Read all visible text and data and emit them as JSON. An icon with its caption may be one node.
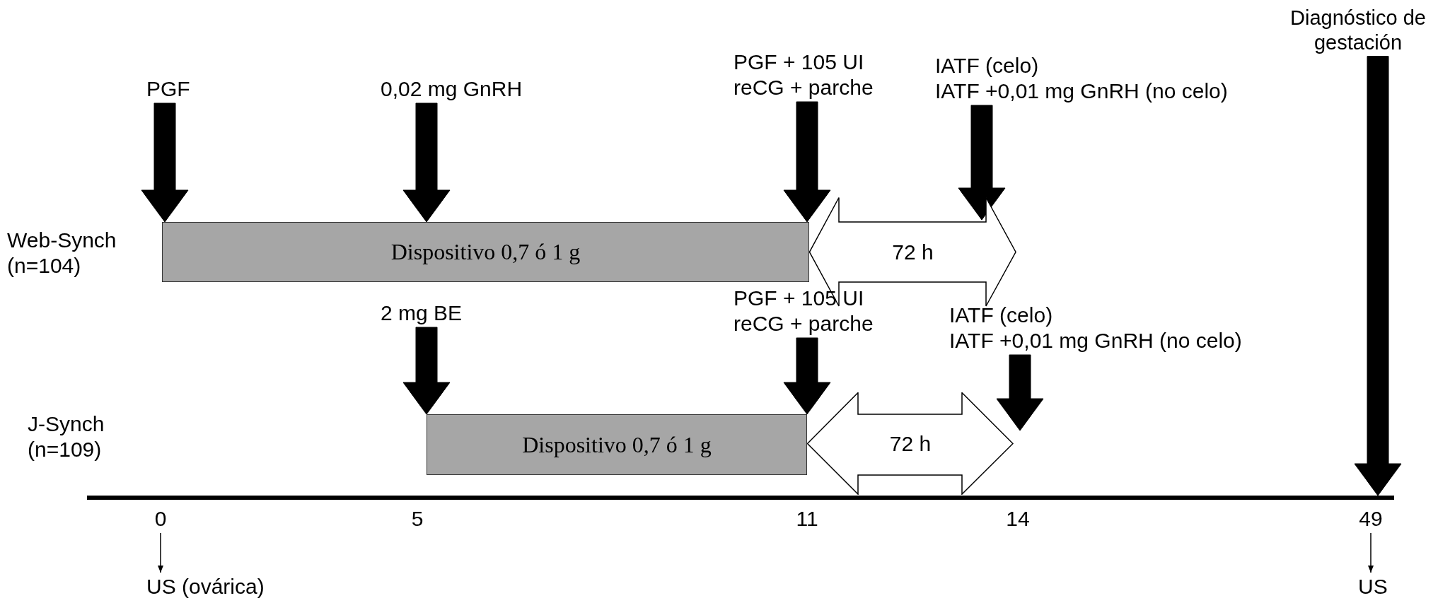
{
  "diagram": {
    "nodes": [
      {
        "text": [
          "PGF"
        ]
      },
      {
        "text": [
          "0,02 mg GnRH"
        ]
      },
      {
        "text": [
          "PGF + 105 UI reCG + parche"
        ]
      },
      {
        "text": [
          "IATF (celo)",
          "IATF +0,01 mg GnRH (no celo)"
        ]
      },
      {
        "text": [
          "Diagnóstico de gestación"
        ]
      },
      {
        "text": [
          "Dispositivo 0,7 ó 1 g"
        ]
      },
      {
        "text": [
          "72 h"
        ]
      },
      {
        "text": [
          "2 mg BE"
        ]
      },
      {
        "text": [
          "PGF + 105 UI reCG + parche"
        ]
      },
      {
        "text": [
          "IATF (celo)",
          "IATF +0,01 mg GnRH (no celo)"
        ]
      },
      {
        "text": [
          "Dispositivo 0,7 ó 1 g"
        ]
      },
      {
        "text": [
          "72 h"
        ]
      },
      {
        "text": [
          "0"
        ]
      },
      {
        "text": [
          "5"
        ]
      },
      {
        "text": [
          "11"
        ]
      },
      {
        "text": [
          "14"
        ]
      },
      {
        "text": [
          "49"
        ]
      },
      {
        "text": [
          "US (ovárica)"
        ]
      },
      {
        "text": [
          "US"
        ]
      }
    ],
    "edges": [
      {
        "from": 0,
        "to": 5,
        "arrow": "to",
        "style": "thick"
      },
      {
        "from": 1,
        "to": 5,
        "arrow": "to",
        "style": "thick"
      },
      {
        "from": 2,
        "to": 5,
        "arrow": "to",
        "style": "thick"
      },
      {
        "from": 3,
        "to": null,
        "arrow": "to",
        "style": "thick"
      },
      {
        "from": 4,
        "to": null,
        "arrow": "to",
        "style": "thick"
      },
      {
        "from": 7,
        "to": 10,
        "arrow": "to",
        "style": "thick"
      },
      {
        "from": 8,
        "to": 10,
        "arrow": "to",
        "style": "thick"
      },
      {
        "from": 9,
        "to": null,
        "arrow": "to",
        "style": "thick"
      },
      {
        "from": 12,
        "to": 17,
        "arrow": "to"
      },
      {
        "from": 16,
        "to": 18,
        "arrow": "to"
      }
    ],
    "labels": [
      "Web-Synch (n=104)",
      "J-Synch (n=109)"
    ]
  }
}
